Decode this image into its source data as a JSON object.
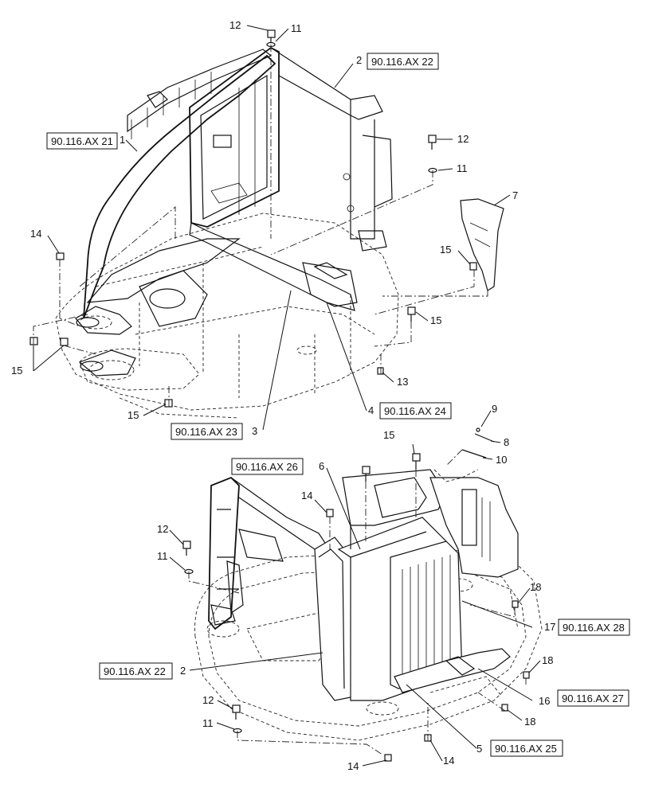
{
  "callouts": [
    {
      "id": "n12a",
      "text": "12"
    },
    {
      "id": "n11a",
      "text": "11"
    },
    {
      "id": "n2a",
      "text": "2"
    },
    {
      "id": "n1",
      "text": "1"
    },
    {
      "id": "n12b",
      "text": "12"
    },
    {
      "id": "n11b",
      "text": "11"
    },
    {
      "id": "n7",
      "text": "7"
    },
    {
      "id": "n14a",
      "text": "14"
    },
    {
      "id": "n15a",
      "text": "15"
    },
    {
      "id": "n15b",
      "text": "15"
    },
    {
      "id": "n15c",
      "text": "15"
    },
    {
      "id": "n13",
      "text": "13"
    },
    {
      "id": "n15d",
      "text": "15"
    },
    {
      "id": "n4",
      "text": "4"
    },
    {
      "id": "n3",
      "text": "3"
    },
    {
      "id": "n9",
      "text": "9"
    },
    {
      "id": "n8",
      "text": "8"
    },
    {
      "id": "n15e",
      "text": "15"
    },
    {
      "id": "n10",
      "text": "10"
    },
    {
      "id": "n6",
      "text": "6"
    },
    {
      "id": "n14b",
      "text": "14"
    },
    {
      "id": "n12c",
      "text": "12"
    },
    {
      "id": "n11c",
      "text": "11"
    },
    {
      "id": "n18a",
      "text": "18"
    },
    {
      "id": "n17",
      "text": "17"
    },
    {
      "id": "n2b",
      "text": "2"
    },
    {
      "id": "n18b",
      "text": "18"
    },
    {
      "id": "n16",
      "text": "16"
    },
    {
      "id": "n12d",
      "text": "12"
    },
    {
      "id": "n18c",
      "text": "18"
    },
    {
      "id": "n11d",
      "text": "11"
    },
    {
      "id": "n5",
      "text": "5"
    },
    {
      "id": "n14c",
      "text": "14"
    },
    {
      "id": "n14d",
      "text": "14"
    }
  ],
  "references": [
    {
      "id": "r22a",
      "text": "90.116.AX 22"
    },
    {
      "id": "r21",
      "text": "90.116.AX 21"
    },
    {
      "id": "r24",
      "text": "90.116.AX 24"
    },
    {
      "id": "r23",
      "text": "90.116.AX 23"
    },
    {
      "id": "r26",
      "text": "90.116.AX 26"
    },
    {
      "id": "r28",
      "text": "90.116.AX 28"
    },
    {
      "id": "r22b",
      "text": "90.116.AX 22"
    },
    {
      "id": "r27",
      "text": "90.116.AX 27"
    },
    {
      "id": "r25",
      "text": "90.116.AX 25"
    }
  ]
}
